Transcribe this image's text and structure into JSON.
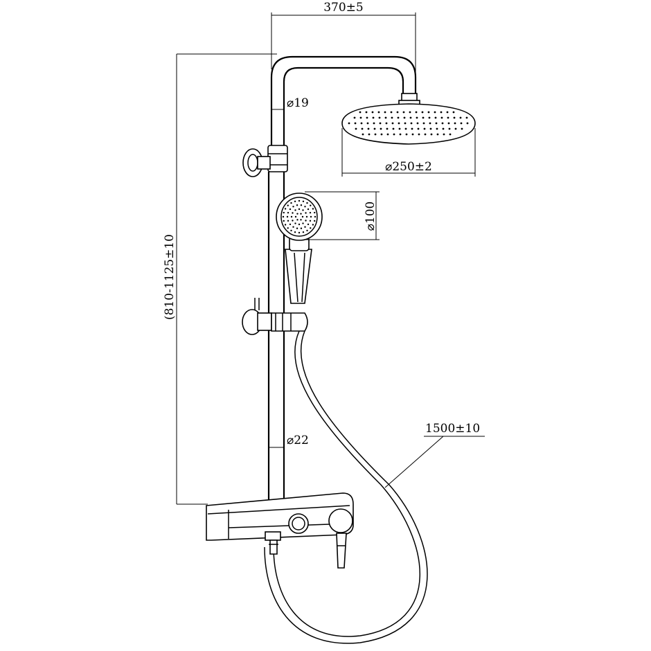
{
  "dimensions": {
    "arm_reach": "370±5",
    "upper_pipe_diameter": "⌀19",
    "head_diameter": "⌀250±2",
    "hand_shower_diameter": "⌀100",
    "height_range": "(810-1125±10",
    "lower_pipe_diameter": "⌀22",
    "hose_length": "1500±10"
  }
}
